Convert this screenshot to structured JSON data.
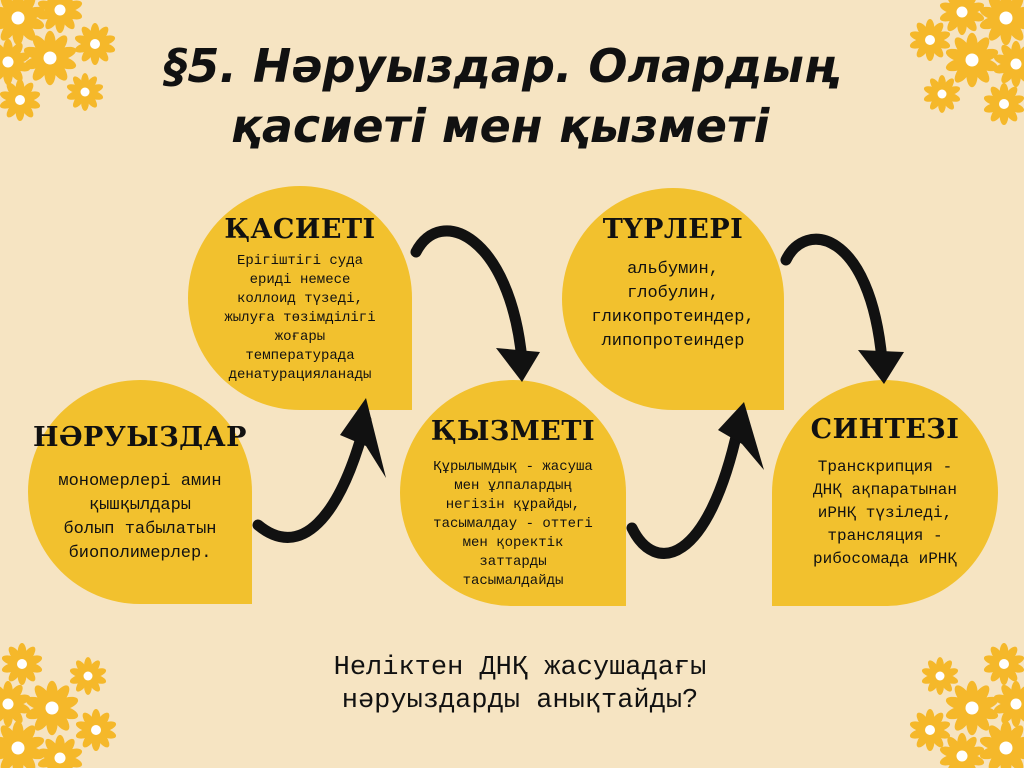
{
  "title": "§5. Нәруыздар. Олардың қасиеті мен қызметі",
  "nodes": {
    "naruyzdar": {
      "heading": "НӘРУЫЗДАР",
      "body": "мономерлері амин\nқышқылдары\nболып табылатын\nбиополимерлер."
    },
    "kasieti": {
      "heading": "ҚАСИЕТІ",
      "body": "Ерігіштігі суда\nериді немесе\nколлоид түзеді,\nжылуға төзімділігі\nжоғары\nтемпературада\nденатурацияланады"
    },
    "kyzmeti": {
      "heading": "ҚЫЗМЕТІ",
      "body": "Құрылымдық - жасуша\nмен ұлпалардың\nнегізін құрайды,\nтасымалдау - оттегі\nмен қоректік\nзаттарды\nтасымалдайды"
    },
    "turleri": {
      "heading": "ТҮРЛЕРІ",
      "body": "альбумин,\nглобулин,\nгликопротеиндер,\nлипопротеиндер"
    },
    "sintezi": {
      "heading": "СИНТЕЗІ",
      "body": "Транскрипция -\nДНҚ ақпаратынан\nиРНҚ түзіледі,\nтрансляция -\nрибосомада иРНҚ"
    }
  },
  "question": "Неліктен ДНҚ жасушадағы\nнәруыздарды анықтайды?",
  "colors": {
    "background": "#f6e4c2",
    "bubble": "#f2c12e",
    "text": "#111111",
    "flower": "#f5b82a",
    "flower_center": "#ffffff"
  }
}
